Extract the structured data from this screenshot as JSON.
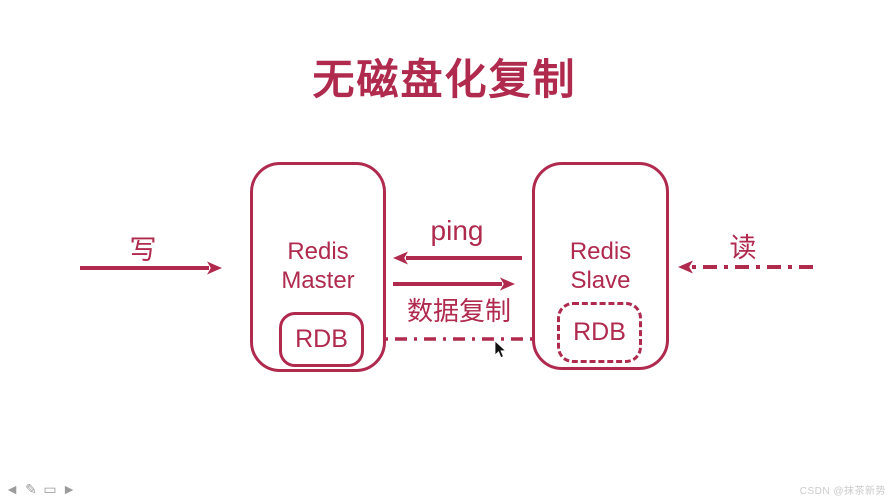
{
  "title": "无磁盘化复制",
  "colors": {
    "accent": "#B02A4E",
    "background": "#FFFFFF",
    "toolbar_icon_gray": "#9B9B9B",
    "watermark_gray": "#CBCBCB",
    "cursor_black": "#111111"
  },
  "nodes": {
    "master": {
      "name_line1": "Redis",
      "name_line2": "Master",
      "rdb_label": "RDB"
    },
    "slave": {
      "name_line1": "Redis",
      "name_line2": "Slave",
      "rdb_label": "RDB"
    }
  },
  "arrows": {
    "write": {
      "label": "写",
      "style": "solid",
      "direction": "right"
    },
    "ping": {
      "label": "ping",
      "style": "solid",
      "direction": "left"
    },
    "replicate": {
      "label": "数据复制",
      "style": "solid",
      "direction": "right"
    },
    "read": {
      "label": "读",
      "style": "dash-dot",
      "direction": "left"
    },
    "rdb_sync": {
      "label": "",
      "style": "dash-dot",
      "direction": "right"
    }
  },
  "toolbar": {
    "icons": [
      {
        "name": "prev-slide",
        "glyph": "◄"
      },
      {
        "name": "pen",
        "glyph": "✎"
      },
      {
        "name": "slide-panel",
        "glyph": "▭"
      },
      {
        "name": "next-slide",
        "glyph": "►"
      }
    ]
  },
  "watermark": "CSDN @抹茶新势"
}
